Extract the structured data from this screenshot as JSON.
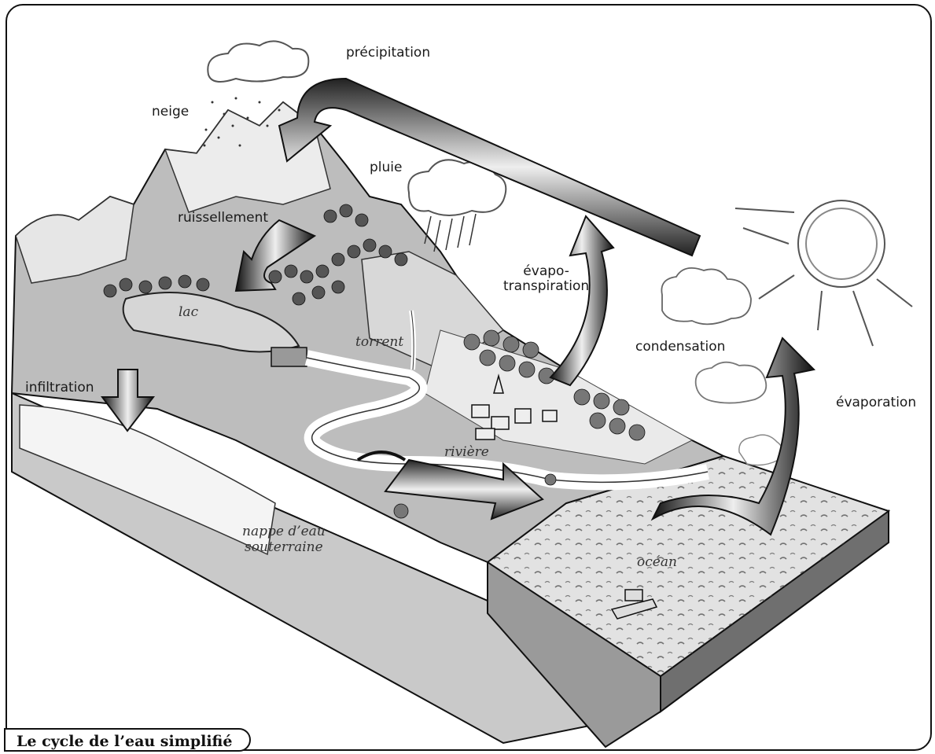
{
  "caption": "Le cycle de l’eau simplifié",
  "labels": {
    "precipitation": "précipitation",
    "neige": "neige",
    "pluie": "pluie",
    "ruissellement": "ruissellement",
    "evapotranspiration": "évapo-\ntranspiration",
    "condensation": "condensation",
    "evaporation": "évaporation",
    "infiltration": "infiltration",
    "lac": "lac",
    "torrent": "torrent",
    "riviere": "rivière",
    "nappe": "nappe d’eau\nsouterraine",
    "ocean": "océan"
  }
}
